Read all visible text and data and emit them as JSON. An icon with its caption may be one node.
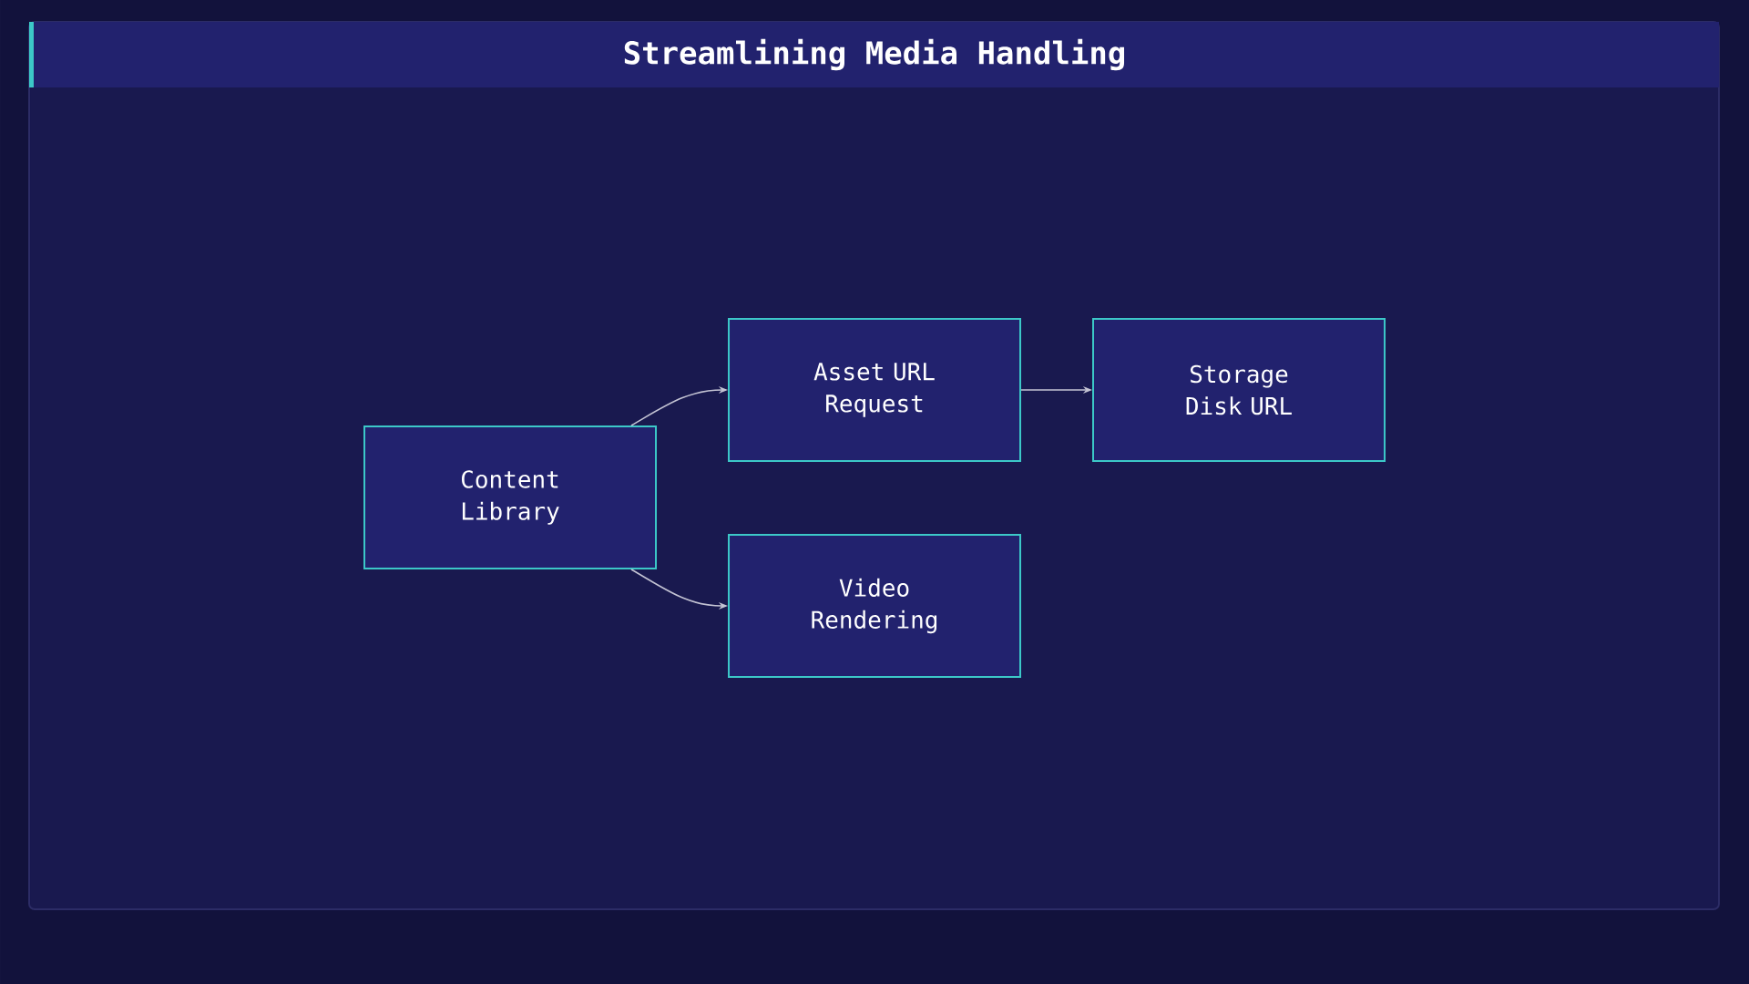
{
  "diagram": {
    "title": "Streamlining Media Handling",
    "nodes": [
      {
        "text": [
          "Content Library"
        ]
      },
      {
        "text": [
          "Asset URL Request"
        ]
      },
      {
        "text": [
          "Storage Disk URL"
        ]
      },
      {
        "text": [
          "Video Rendering"
        ]
      }
    ],
    "edges": [
      {
        "from": 0,
        "to": 1,
        "arrow": "to"
      },
      {
        "from": 1,
        "to": 2,
        "arrow": "to"
      },
      {
        "from": 0,
        "to": 3,
        "arrow": "to"
      }
    ]
  }
}
